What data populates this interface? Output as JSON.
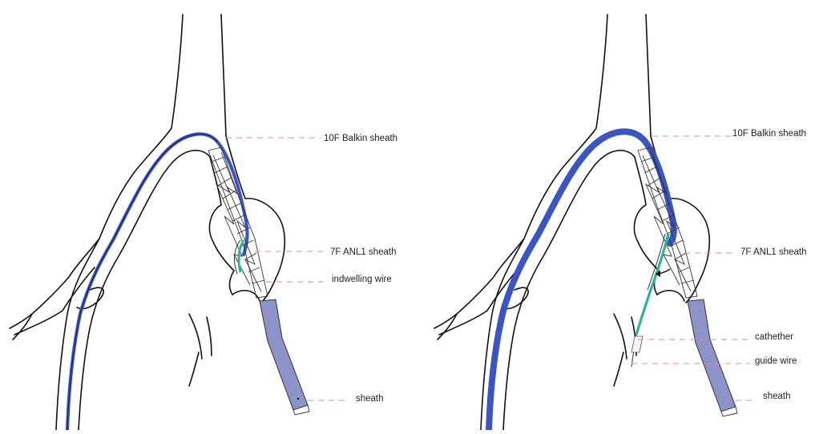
{
  "colors": {
    "background": "#ffffff",
    "vessel_outline": "#111111",
    "balkin_sheath": "#3b55c4",
    "lower_sheath_fill": "#8c93c8",
    "catheter_teal": "#2bb39a",
    "leader_line": "#e88a8a",
    "label_text": "#222222"
  },
  "panels": [
    {
      "labels": {
        "balkin": "10F Balkin sheath",
        "anl1": "7F ANL1 sheath",
        "indwelling": "indwelling wire",
        "sheath": "sheath"
      }
    },
    {
      "labels": {
        "balkin": "10F Balkin sheath",
        "anl1": "7F ANL1 sheath",
        "catheter": "cathether",
        "guide": "guide wire",
        "sheath": "sheath"
      }
    }
  ]
}
